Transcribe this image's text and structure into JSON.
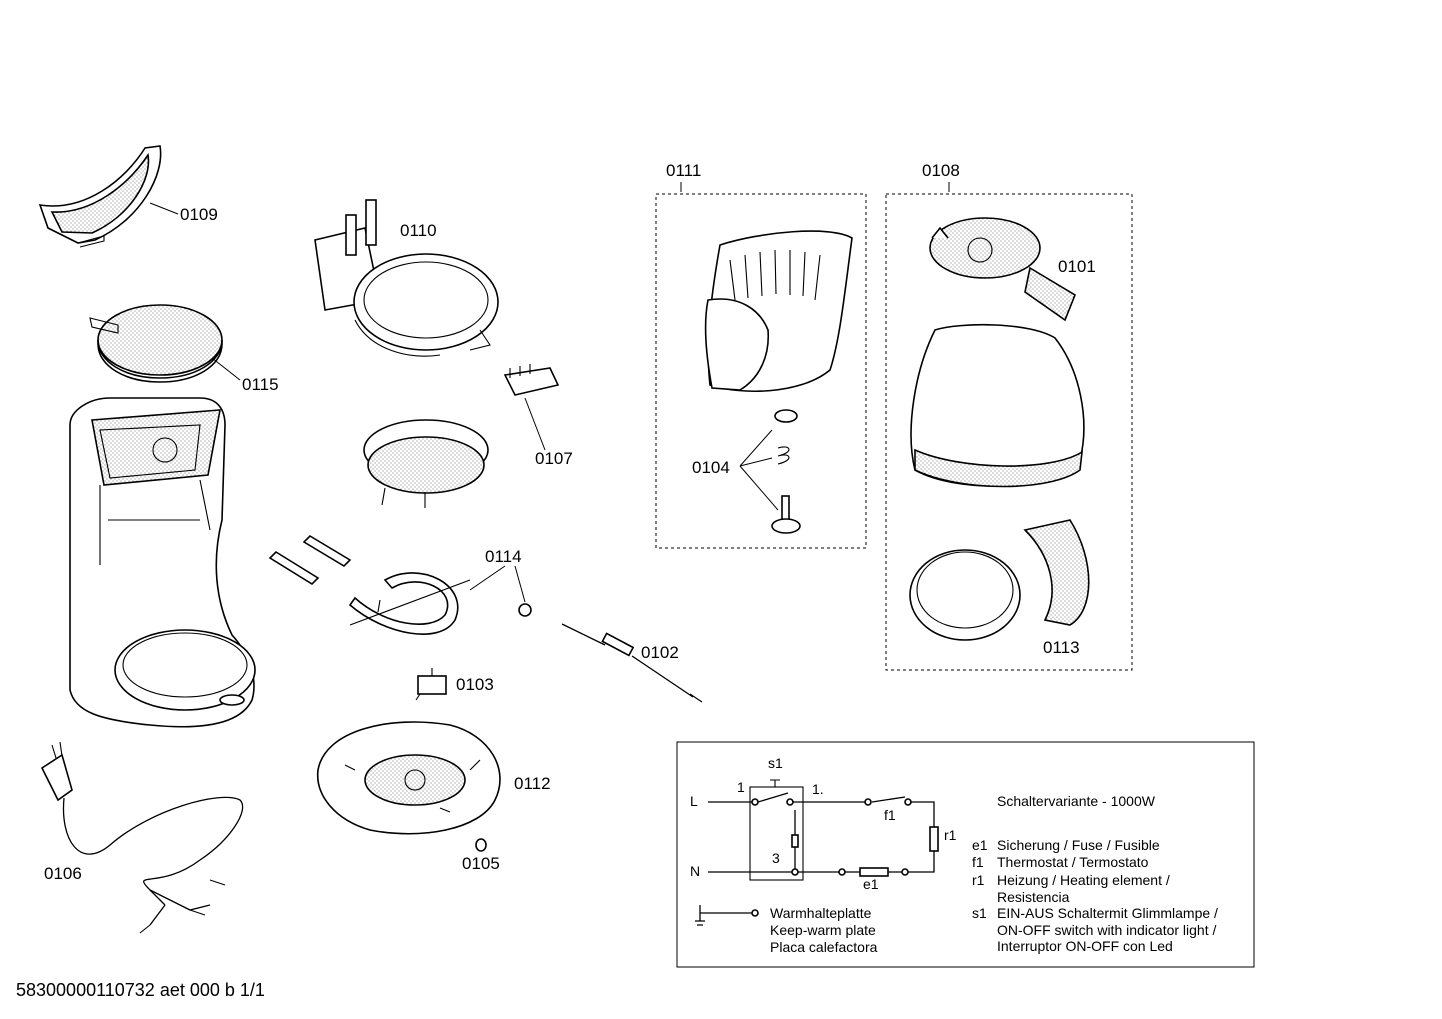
{
  "diagram": {
    "callouts": {
      "c0109": "0109",
      "c0110": "0110",
      "c0115": "0115",
      "c0107": "0107",
      "c0111": "0111",
      "c0108": "0108",
      "c0101": "0101",
      "c0104": "0104",
      "c0113": "0113",
      "c0114": "0114",
      "c0102": "0102",
      "c0103": "0103",
      "c0112": "0112",
      "c0105": "0105",
      "c0106": "0106"
    },
    "footer": "58300000110732 aet 000 b 1/1"
  },
  "schematic": {
    "s1": "s1",
    "L": "L",
    "N": "N",
    "t1": "1",
    "t1dot": "1.",
    "t3": "3",
    "f1": "f1",
    "r1": "r1",
    "e1": "e1",
    "variant": "Schaltervariante - 1000W",
    "ground_1": "Warmhalteplatte",
    "ground_2": "Keep-warm plate",
    "ground_3": "Placa calefactora",
    "legend": [
      {
        "code": "e1",
        "line1": "Sicherung / Fuse / Fusible",
        "line2": "",
        "line3": ""
      },
      {
        "code": "f1",
        "line1": "Thermostat / Termostato",
        "line2": "",
        "line3": ""
      },
      {
        "code": "r1",
        "line1": "Heizung / Heating element /",
        "line2": "Resistencia",
        "line3": ""
      },
      {
        "code": "s1",
        "line1": "EIN-AUS Schaltermit Glimmlampe /",
        "line2": "ON-OFF switch with indicator light /",
        "line3": "Interruptor ON-OFF con Led"
      }
    ]
  }
}
